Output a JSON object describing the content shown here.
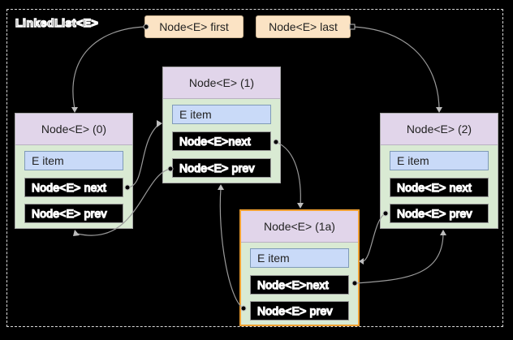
{
  "container": {
    "label": "LinkedList<E>"
  },
  "refs": {
    "first": "Node<E> first",
    "last": "Node<E> last"
  },
  "nodes": {
    "n0": {
      "title": "Node<E> (0)",
      "item": "E item",
      "next": "Node<E> next",
      "prev": "Node<E> prev"
    },
    "n1": {
      "title": "Node<E> (1)",
      "item": "E item",
      "next": "Node<E>next",
      "prev": "Node<E> prev"
    },
    "n2": {
      "title": "Node<E> (2)",
      "item": "E item",
      "next": "Node<E> next",
      "prev": "Node<E> prev"
    },
    "n1a": {
      "title": "Node<E> (1a)",
      "item": "E item",
      "next": "Node<E>next",
      "prev": "Node<E> prev"
    }
  },
  "colors": {
    "background": "#000000",
    "node_body": "#d9ead3",
    "node_header": "#e1d5ea",
    "item_field": "#c9daf8",
    "ref_box": "#fbe3c4",
    "highlight_border": "#f0a030"
  }
}
